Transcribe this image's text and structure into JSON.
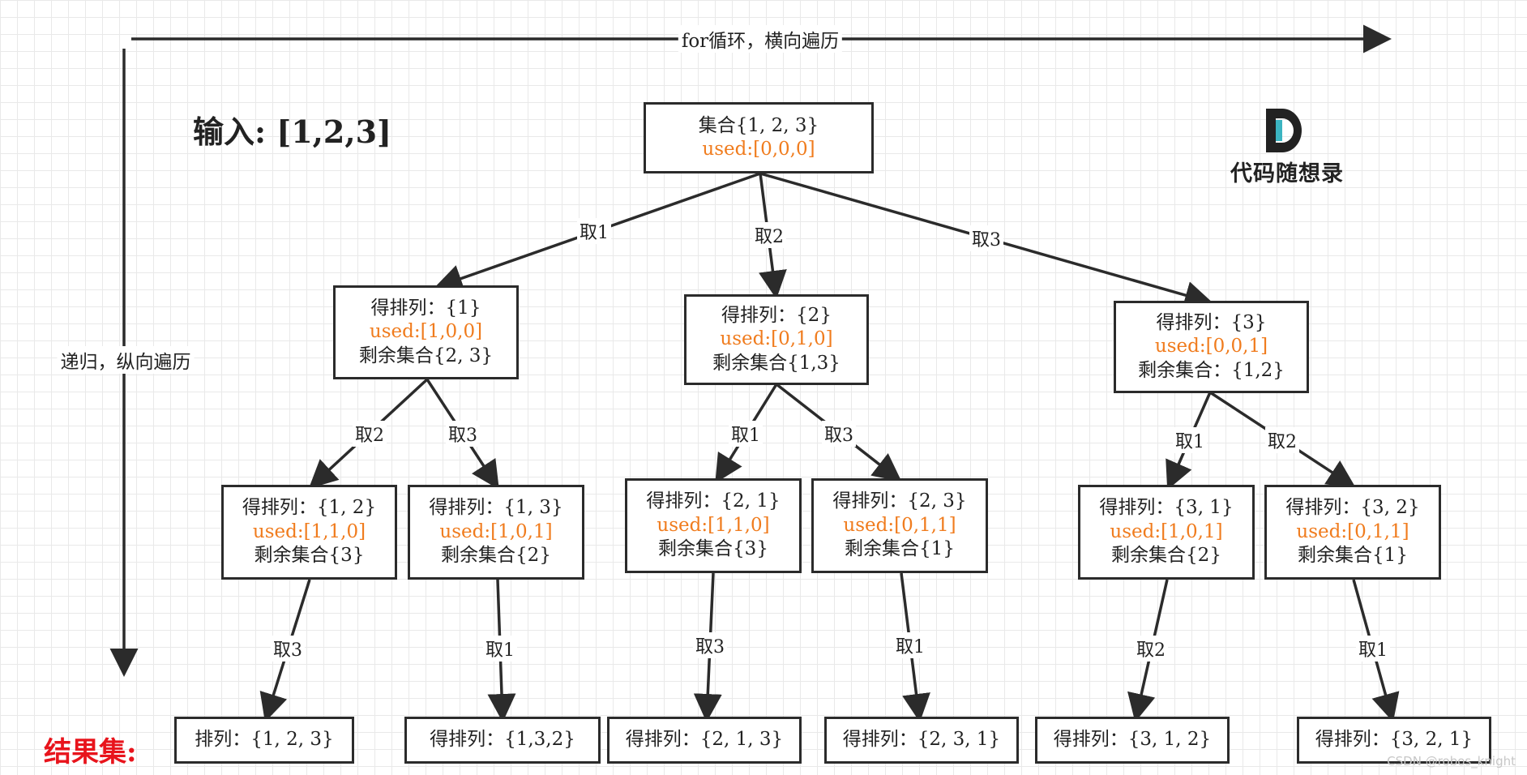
{
  "axis": {
    "horizontal_label": "for循环，横向遍历",
    "vertical_label": "递归，纵向遍历"
  },
  "input_label": "输入: [1,2,3]",
  "result_label": "结果集:",
  "logo": {
    "text": "代码随想录",
    "mark_colors": [
      "#222222",
      "#3bb4c1"
    ]
  },
  "watermark": "CSDN @robos_knight",
  "colors": {
    "used": "#f07c1e",
    "result_label": "#e8141c",
    "edge": "#2b2b2b"
  },
  "nodes": {
    "root": {
      "lines": [
        "集合{1, 2, 3}",
        "used:[0,0,0]"
      ]
    },
    "n1": {
      "lines": [
        "得排列：{1}",
        "used:[1,0,0]",
        "剩余集合{2, 3}"
      ]
    },
    "n2": {
      "lines": [
        "得排列：{2}",
        "used:[0,1,0]",
        "剩余集合{1,3}"
      ]
    },
    "n3": {
      "lines": [
        "得排列：{3}",
        "used:[0,0,1]",
        "剩余集合：{1,2}"
      ]
    },
    "n12": {
      "lines": [
        "得排列：{1, 2}",
        "used:[1,1,0]",
        "剩余集合{3}"
      ]
    },
    "n13": {
      "lines": [
        "得排列：{1, 3}",
        "used:[1,0,1]",
        "剩余集合{2}"
      ]
    },
    "n21": {
      "lines": [
        "得排列：{2, 1}",
        "used:[1,1,0]",
        "剩余集合{3}"
      ]
    },
    "n23": {
      "lines": [
        "得排列：{2, 3}",
        "used:[0,1,1]",
        "剩余集合{1}"
      ]
    },
    "n31": {
      "lines": [
        "得排列：{3, 1}",
        "used:[1,0,1]",
        "剩余集合{2}"
      ]
    },
    "n32": {
      "lines": [
        "得排列：{3, 2}",
        "used:[0,1,1]",
        "剩余集合{1}"
      ]
    },
    "r123": {
      "lines": [
        "排列：{1, 2, 3}"
      ]
    },
    "r132": {
      "lines": [
        "得排列：{1,3,2}"
      ]
    },
    "r213": {
      "lines": [
        "得排列：{2, 1, 3}"
      ]
    },
    "r231": {
      "lines": [
        "得排列：{2, 3, 1}"
      ]
    },
    "r312": {
      "lines": [
        "得排列：{3, 1, 2}"
      ]
    },
    "r321": {
      "lines": [
        "得排列：{3, 2, 1}"
      ]
    }
  },
  "edges": {
    "root_n1": "取1",
    "root_n2": "取2",
    "root_n3": "取3",
    "n1_n12": "取2",
    "n1_n13": "取3",
    "n2_n21": "取1",
    "n2_n23": "取3",
    "n3_n31": "取1",
    "n3_n32": "取2",
    "n12_r": "取3",
    "n13_r": "取1",
    "n21_r": "取3",
    "n23_r": "取1",
    "n31_r": "取2",
    "n32_r": "取1"
  }
}
